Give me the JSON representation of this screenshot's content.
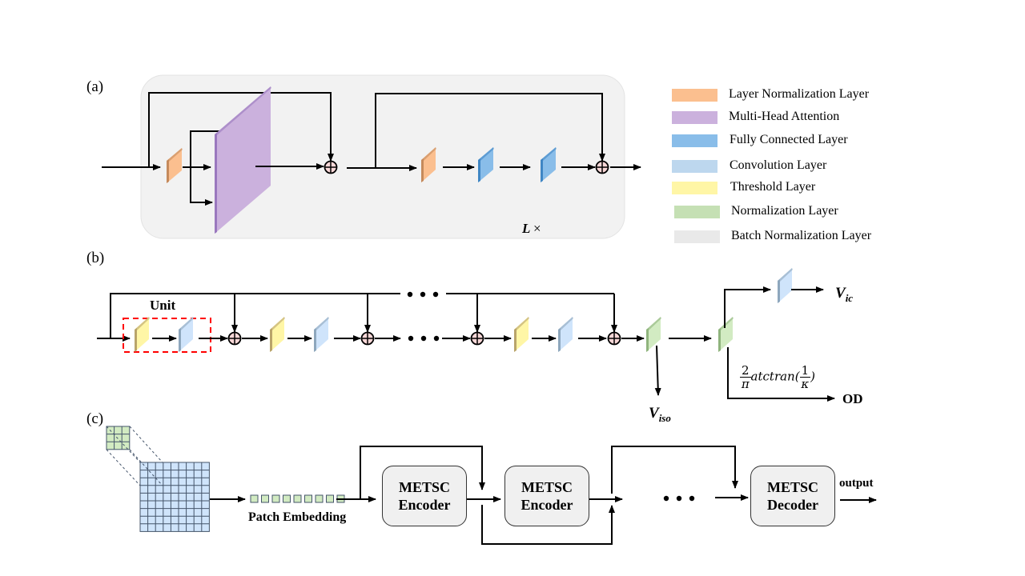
{
  "panels": {
    "a": {
      "label": "(a)",
      "repeat_label": "L",
      "repeat_symbol": "×"
    },
    "b": {
      "label": "(b)",
      "unit_label": "Unit",
      "outputs": {
        "vic_main": "V",
        "vic_sub": "ic",
        "viso_main": "V",
        "viso_sub": "iso",
        "od": "OD"
      },
      "formula": {
        "coef_num": "2",
        "coef_den": "π",
        "func": "atctran(",
        "arg_num": "1",
        "arg_den": "κ",
        "close": ")"
      },
      "ellipsis": "• • •"
    },
    "c": {
      "label": "(c)",
      "patch_embedding_label": "Patch Embedding",
      "blocks": [
        {
          "line1": "METSC",
          "line2": "Encoder"
        },
        {
          "line1": "METSC",
          "line2": "Encoder"
        },
        {
          "line1": "METSC",
          "line2": "Decoder"
        }
      ],
      "output_label": "output",
      "ellipsis": "• • •"
    }
  },
  "legend": [
    {
      "label": "Layer Normalization  Layer",
      "color": "#fbbf8f"
    },
    {
      "label": "Multi-Head  Attention",
      "color": "#cbb1dd"
    },
    {
      "label": "Fully  Connected Layer",
      "color": "#89bde9"
    },
    {
      "label": "Convolution Layer",
      "color": "#bdd7ee"
    },
    {
      "label": "Threshold Layer",
      "color": "#fff6a6"
    },
    {
      "label": "Normalization  Layer",
      "color": "#c5e0b4"
    },
    {
      "label": "Batch Normalization  Layer",
      "color": "#e9e9e9"
    }
  ],
  "colors": {
    "layernorm": "#fbbf8f",
    "layernorm_edge": "#c58a5c",
    "mha": "#cbb1dd",
    "mha_edge": "#9a78be",
    "fc": "#89bde9",
    "fc_edge": "#3f86c4",
    "conv": "#cfe4fb",
    "conv_edge": "#8ea7bd",
    "threshold": "#fff6a6",
    "threshold_edge": "#b9a46a",
    "norm": "#d2ebc2",
    "norm_edge": "#8fb47d",
    "panel_bg": "#f2f2f2",
    "plus_fill": "#f8d7d7",
    "unit_box": "#ff0000",
    "grid_big": "#cfe4fb",
    "grid_small": "#d2ebc2",
    "grid_line": "#44546a"
  }
}
